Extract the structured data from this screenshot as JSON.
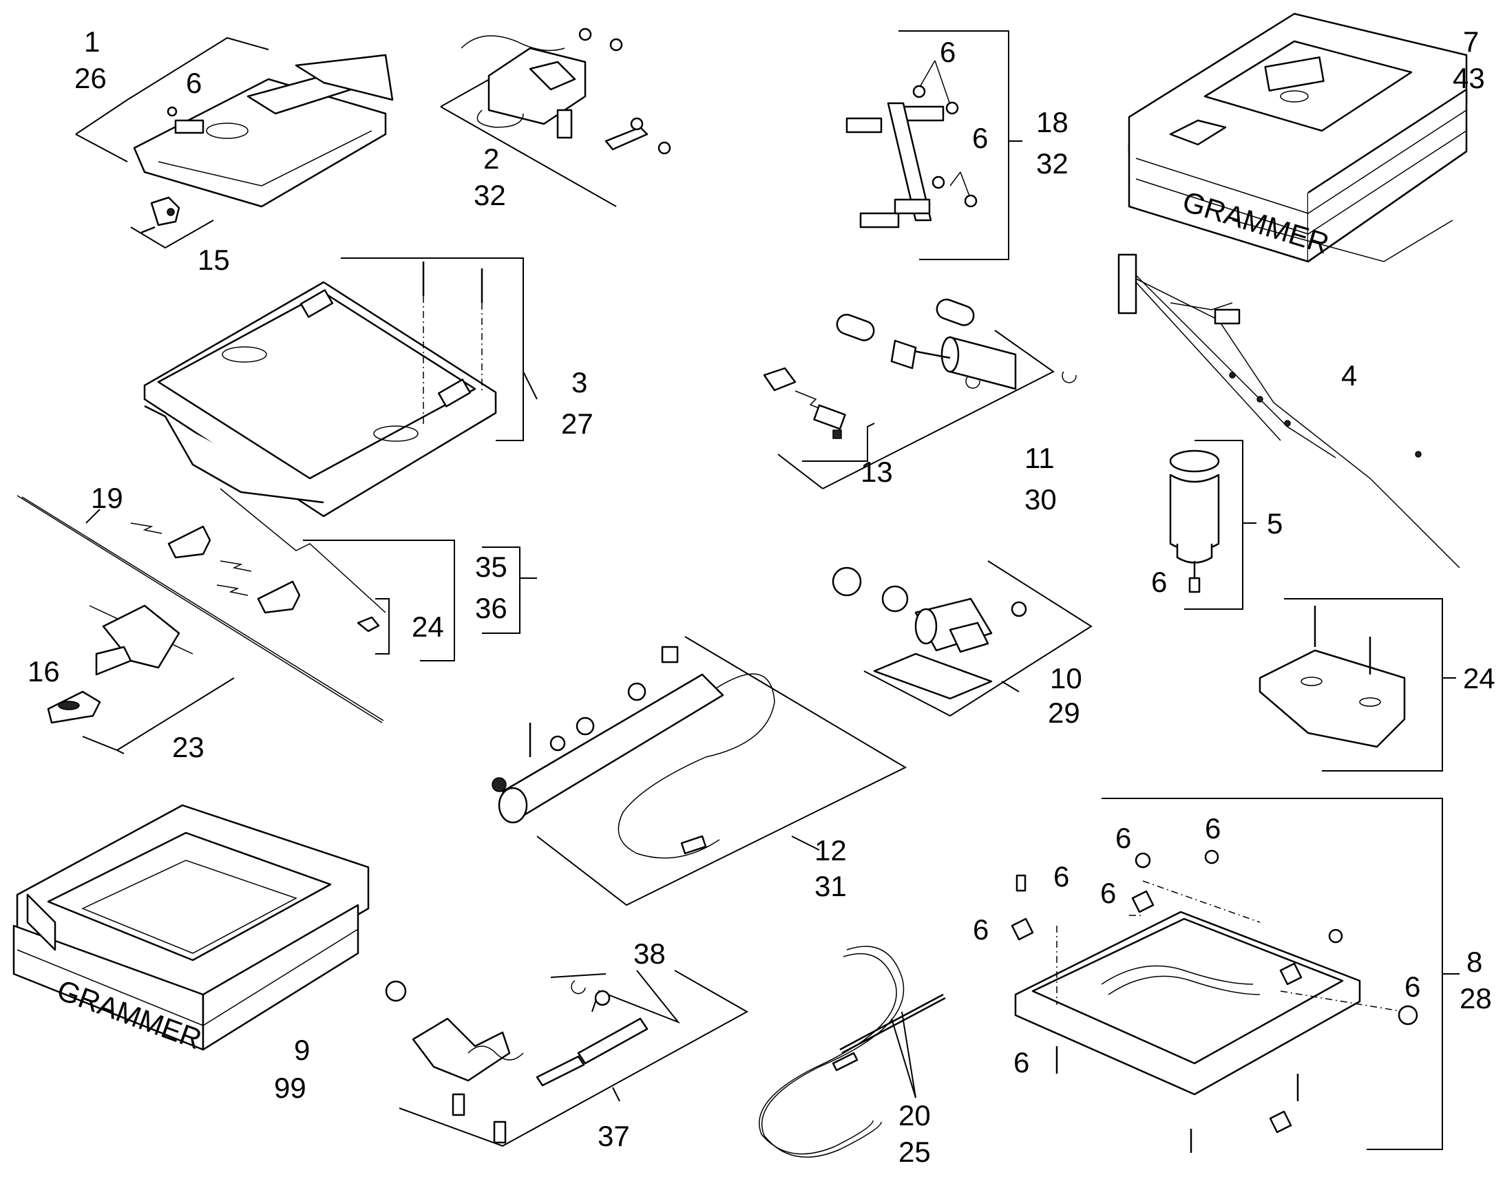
{
  "brand_mark": "GRAMMER",
  "labels": {
    "l1": "1",
    "l26": "26",
    "l6a": "6",
    "l15": "15",
    "l2": "2",
    "l32a": "32",
    "l6b": "6",
    "l6c": "6",
    "l18": "18",
    "l32b": "32",
    "l7": "7",
    "l43": "43",
    "l3": "3",
    "l27": "27",
    "l4": "4",
    "l13": "13",
    "l11": "11",
    "l30": "30",
    "l5": "5",
    "l6d": "6",
    "l19": "19",
    "l35": "35",
    "l36": "36",
    "l24a": "24",
    "l16": "16",
    "l23": "23",
    "l10": "10",
    "l29": "29",
    "l24b": "24",
    "l12": "12",
    "l31": "31",
    "l9": "9",
    "l99": "99",
    "l38": "38",
    "l37": "37",
    "l20": "20",
    "l25": "25",
    "l6e": "6",
    "l6f": "6",
    "l6g": "6",
    "l6h": "6",
    "l6i": "6",
    "l6j": "6",
    "l6k": "6",
    "l8": "8",
    "l28": "28"
  }
}
